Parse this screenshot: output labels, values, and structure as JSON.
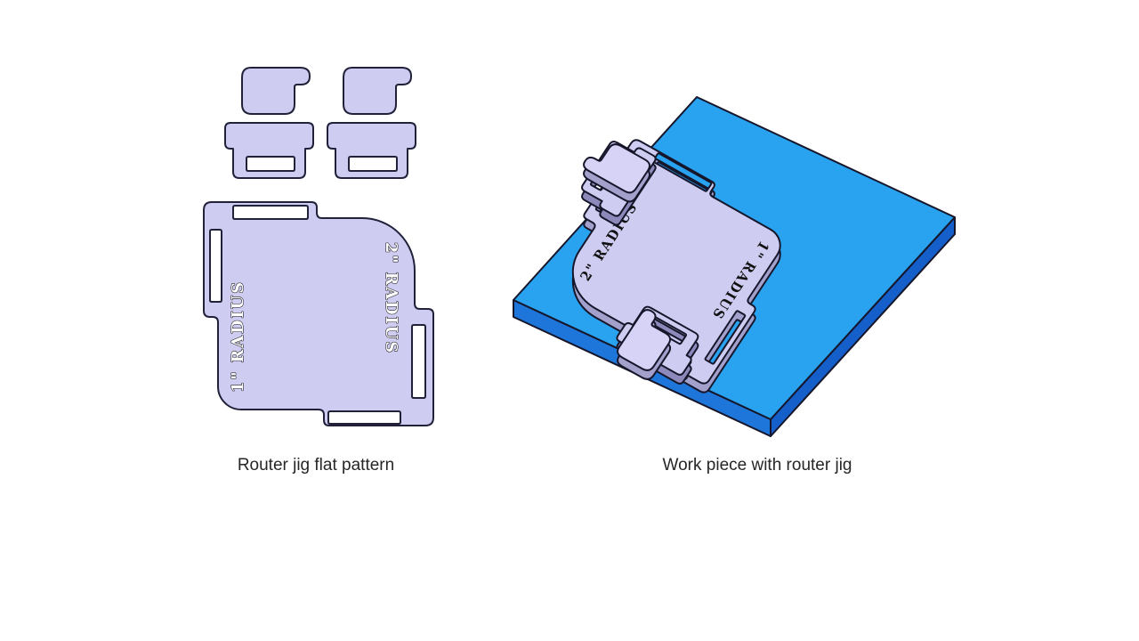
{
  "page": {
    "background": "#ffffff"
  },
  "captions": {
    "flat": "Router jig flat pattern",
    "iso": "Work piece with router jig"
  },
  "labels": {
    "radius1": "1\" RADIUS",
    "radius2": "2\" RADIUS"
  },
  "colors": {
    "jig_top": "#CFCCF2",
    "jig_side": "#A3A0CC",
    "jig_side_dark": "#8D8ABB",
    "jig_raised_top": "#D6D3F6",
    "board_top": "#29A2F0",
    "board_left_face": "#1E76DA",
    "board_right_face": "#145FC9",
    "outline": "#21213A",
    "caption_text": "#262626"
  }
}
